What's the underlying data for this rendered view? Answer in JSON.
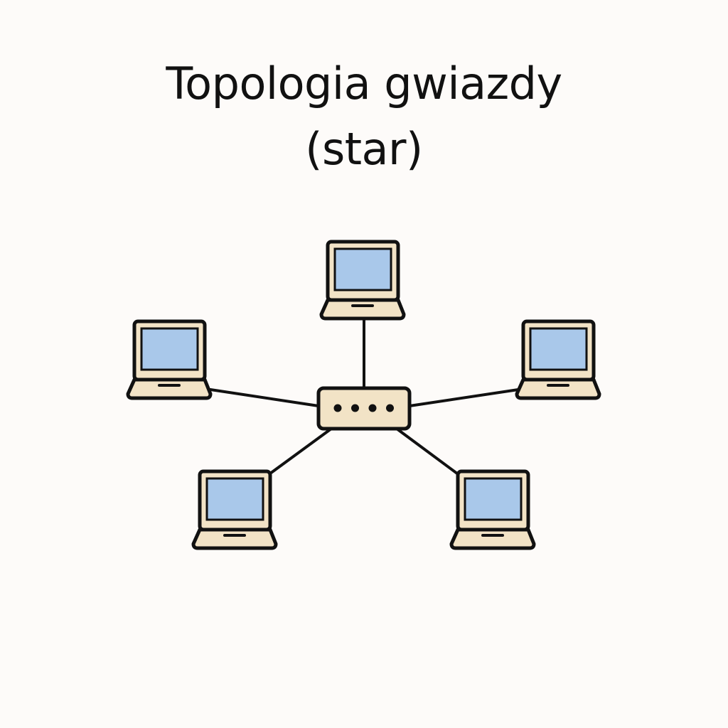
{
  "title": {
    "line1": "Topologia gwiazdy",
    "line2": "(star)"
  },
  "colors": {
    "background": "#fdfbf9",
    "outline": "#111111",
    "screen": "#a9c8ea",
    "device_body": "#f2e3c6",
    "link": "#111111"
  },
  "hub": {
    "icon": "network-switch-icon",
    "port_count": 4
  },
  "nodes": [
    {
      "id": "top",
      "icon": "laptop-icon"
    },
    {
      "id": "left",
      "icon": "laptop-icon"
    },
    {
      "id": "right",
      "icon": "laptop-icon"
    },
    {
      "id": "bottom-left",
      "icon": "laptop-icon"
    },
    {
      "id": "bottom-right",
      "icon": "laptop-icon"
    }
  ]
}
